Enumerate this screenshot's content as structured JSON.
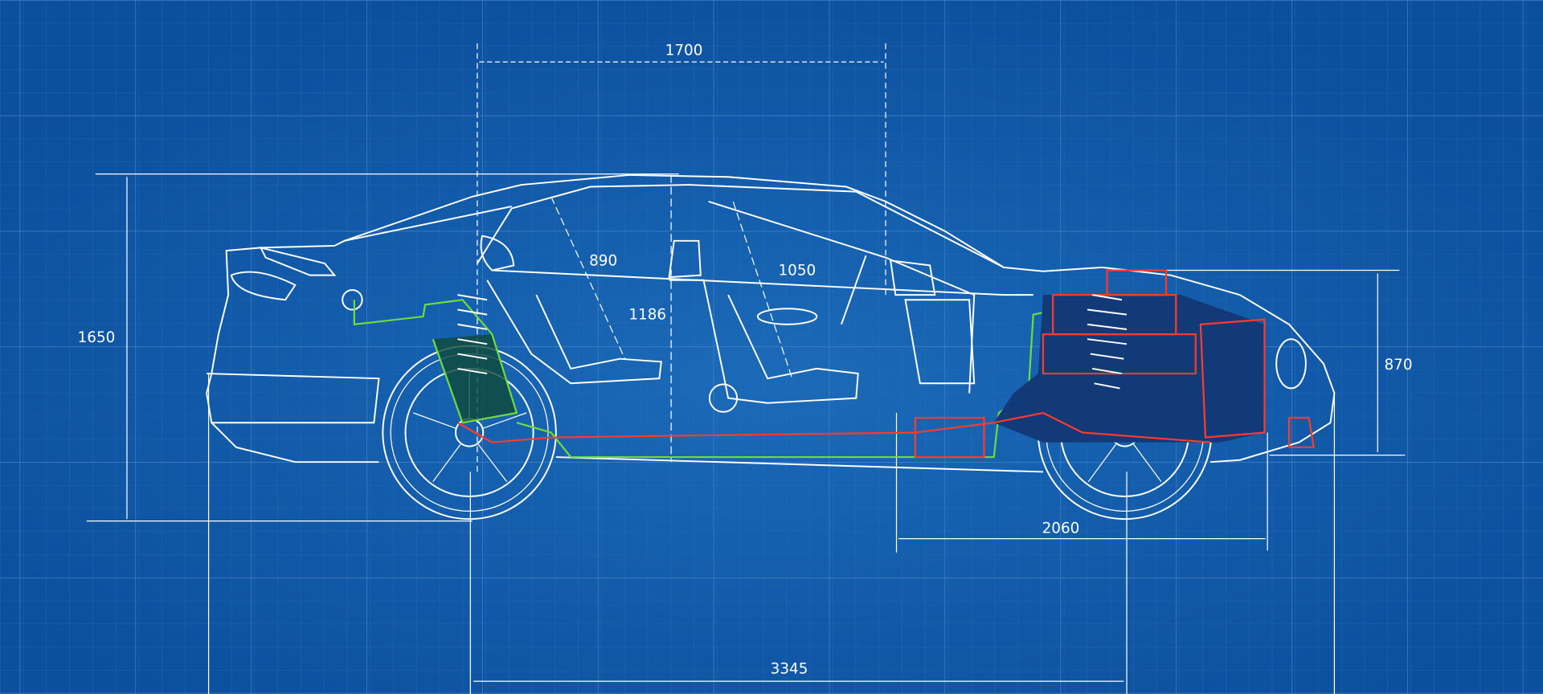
{
  "colors": {
    "background": "#0d56a6",
    "grid": "#3a7cc4",
    "lines": "#ffffff",
    "engine_highlight": "#ff3a2a",
    "suspension_highlight": "#6fdc3c",
    "fill_dark": "#123a78"
  },
  "dimensions": {
    "top_width": "1700",
    "overall_height": "1650",
    "rear_seat_height": "890",
    "center_height": "1186",
    "front_seat_height": "1050",
    "front_height": "870",
    "front_overhang": "2060",
    "wheelbase": "3345"
  }
}
